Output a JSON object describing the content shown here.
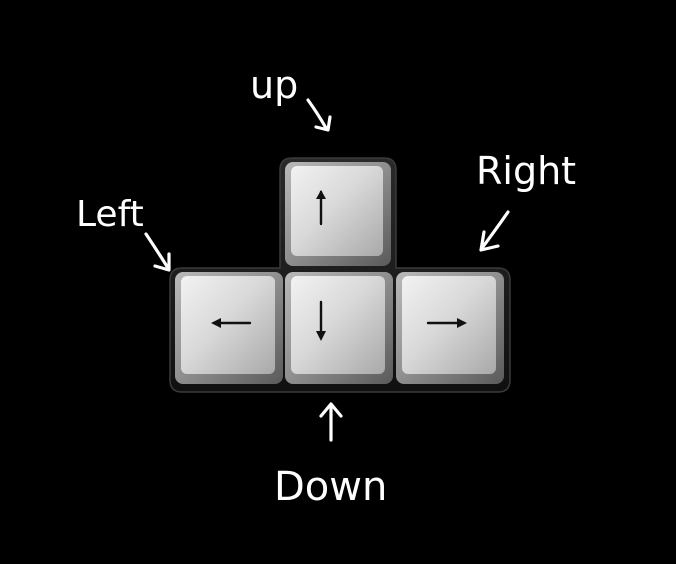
{
  "labels": {
    "up": "up",
    "left": "Left",
    "right": "Right",
    "down": "Down"
  },
  "keys": [
    {
      "id": "up",
      "arrow_icon": "arrow-up-icon"
    },
    {
      "id": "left",
      "arrow_icon": "arrow-left-icon"
    },
    {
      "id": "down",
      "arrow_icon": "arrow-down-icon"
    },
    {
      "id": "right",
      "arrow_icon": "arrow-right-icon"
    }
  ],
  "colors": {
    "background": "#000000",
    "label_ink": "#ffffff",
    "key_face": "#d8d8d8",
    "key_rim": "#8c8c8c",
    "key_frame": "#1c1c1c",
    "arrow_glyph": "#111111"
  }
}
